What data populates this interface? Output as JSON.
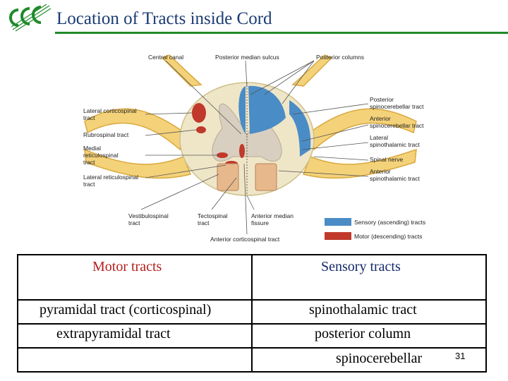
{
  "header": {
    "title": "Location of Tracts inside Cord"
  },
  "figure": {
    "labels": {
      "central_canal": "Central canal",
      "posterior_median_sulcus": "Posterior median sulcus",
      "posterior_columns": "Posterior columns",
      "lateral_corticospinal_1": "Lateral corticospinal",
      "lateral_corticospinal_2": "tract",
      "rubrospinal": "Rubrospinal tract",
      "medial_reticulospinal_1": "Medial",
      "medial_reticulospinal_2": "reticulospinal",
      "medial_reticulospinal_3": "tract",
      "lateral_reticulospinal_1": "Lateral reticulospinal",
      "lateral_reticulospinal_2": "tract",
      "vestibulospinal_1": "Vestibulospinal",
      "vestibulospinal_2": "tract",
      "tectospinal_1": "Tectospinal",
      "tectospinal_2": "tract",
      "anterior_median_fissure_1": "Anterior median",
      "anterior_median_fissure_2": "fissure",
      "anterior_corticospinal": "Anterior corticospinal tract",
      "posterior_spinocerebellar_1": "Posterior",
      "posterior_spinocerebellar_2": "spinocerebellar tract",
      "anterior_spinocerebellar_1": "Anterior",
      "anterior_spinocerebellar_2": "spinocerebellar tract",
      "lateral_spinothalamic_1": "Lateral",
      "lateral_spinothalamic_2": "spinothalamic tract",
      "spinal_nerve": "Spinal nerve",
      "anterior_spinothalamic_1": "Anterior",
      "anterior_spinothalamic_2": "spinothalamic tract"
    },
    "legend": [
      {
        "label": "Sensory (ascending) tracts",
        "color": "#4a8cc6"
      },
      {
        "label": "Motor (descending) tracts",
        "color": "#c0392b"
      }
    ]
  },
  "table": {
    "motor_header": "Motor tracts",
    "sensory_header": "Sensory tracts",
    "motor_items": [
      "pyramidal tract (corticospinal)",
      "extrapyramidal tract"
    ],
    "sensory_items": [
      "spinothalamic tract",
      "posterior column",
      "spinocerebellar"
    ]
  },
  "page_number": "31",
  "colors": {
    "title": "#1a3a73",
    "rule": "#1f8a2a",
    "motor_header": "#b41e1e",
    "sensory_header": "#14296b"
  }
}
